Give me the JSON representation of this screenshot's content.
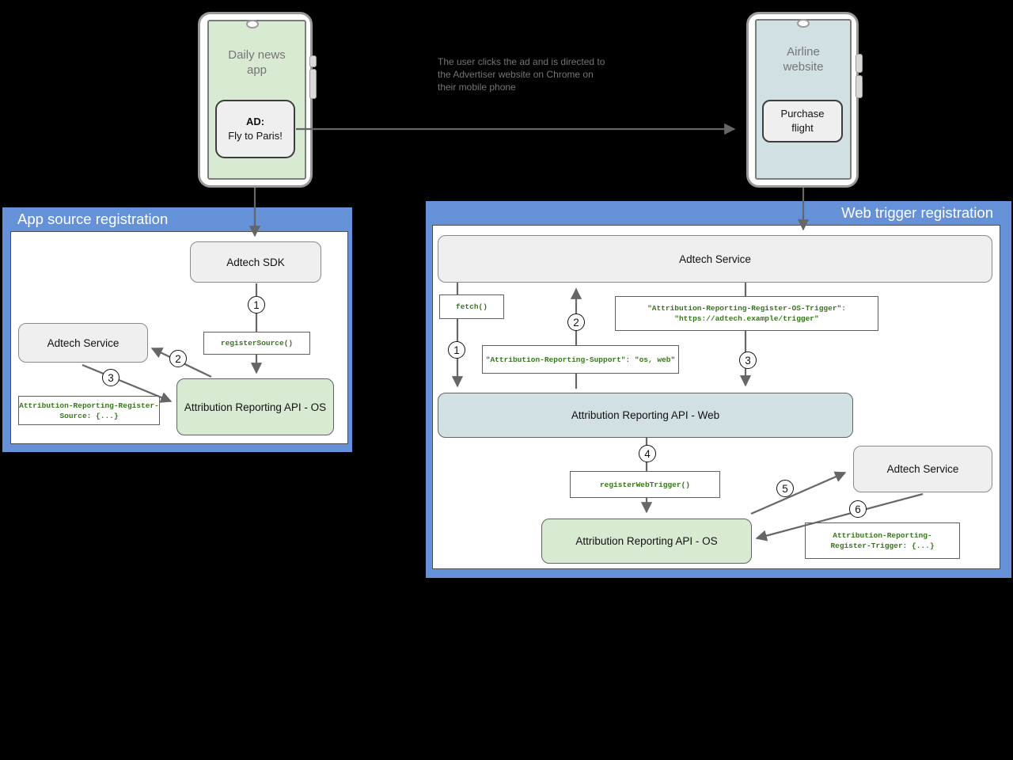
{
  "phone_left": {
    "screen_lines": [
      "Daily news",
      "app"
    ],
    "ad_lines": [
      "AD:",
      "Fly to Paris!"
    ]
  },
  "phone_right": {
    "screen_lines": [
      "Airline",
      "website"
    ],
    "button_lines": [
      "Purchase",
      "flight"
    ]
  },
  "note_lines": [
    "The user clicks the ad and is directed to",
    "the Advertiser website on Chrome on",
    "their mobile phone"
  ],
  "app_source": {
    "title": "App source registration",
    "adtech_sdk": "Adtech SDK",
    "adtech_service": "Adtech Service",
    "register_source": "registerSource()",
    "api_os": "Attribution Reporting API - OS",
    "header_lines": [
      "Attribution-Reporting-Register-",
      "Source: {...}"
    ],
    "steps": [
      "1",
      "2",
      "3"
    ]
  },
  "web_trigger": {
    "title": "Web trigger registration",
    "adtech_service": "Adtech Service",
    "fetch": "fetch()",
    "os_trigger_lines": [
      "\"Attribution-Reporting-Register-OS-Trigger\":",
      "\"https://adtech.example/trigger\""
    ],
    "support_line": "\"Attribution-Reporting-Support\": \"os, web\"",
    "api_web": "Attribution Reporting API - Web",
    "register_web_trigger": "registerWebTrigger()",
    "api_os": "Attribution Reporting API - OS",
    "adtech_service_2": "Adtech Service",
    "trigger_lines": [
      "Attribution-Reporting-",
      "Register-Trigger: {...}"
    ],
    "steps": [
      "1",
      "2",
      "3",
      "4",
      "5",
      "6"
    ]
  },
  "colors": {
    "panel_blue": "#6591d8",
    "light_green": "#d9ead3",
    "light_blue": "#d0e0e3",
    "gray_box": "#efefef",
    "code_green": "#38761d",
    "arrow_gray": "#666666"
  }
}
